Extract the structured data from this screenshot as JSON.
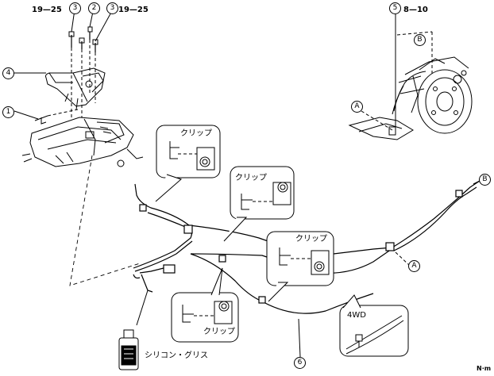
{
  "callouts": {
    "part1": "1",
    "part2": "2",
    "part3a": "3",
    "part3b": "3",
    "part4": "4",
    "part5": "5",
    "part6": "6"
  },
  "torques": {
    "left": "19—25",
    "right": "19—25",
    "nut": "8—10",
    "unit": "N·m"
  },
  "refs": {
    "a_top": "A",
    "a_bottom": "A",
    "b_top": "B",
    "b_right": "B"
  },
  "clip_label": "クリップ",
  "labels": {
    "four_wd": "4WD",
    "silicone_grease": "シリコン・グリス"
  }
}
